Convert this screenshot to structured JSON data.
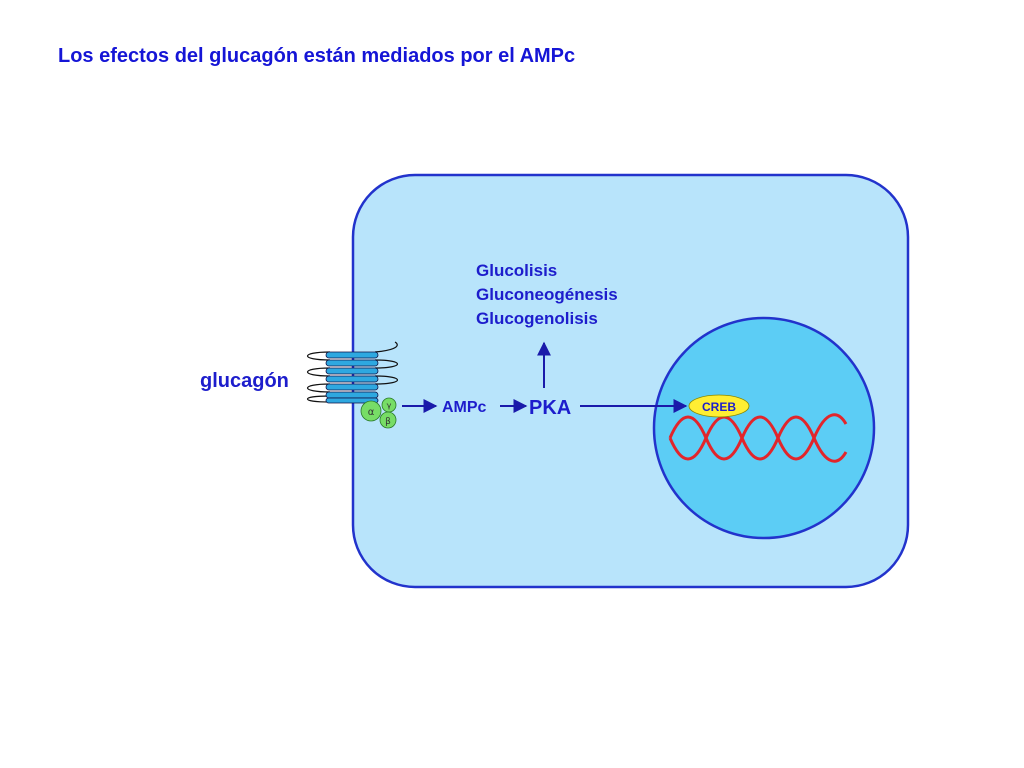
{
  "title": "Los efectos del glucagón están mediados por el AMPc",
  "labels": {
    "ligand": "glucagón",
    "second_messenger": "AMPc",
    "kinase": "PKA",
    "transcription_factor": "CREB",
    "effects": [
      "Glucolisis",
      "Gluconeogénesis",
      "Glucogenolisis"
    ],
    "g_alpha": "α",
    "g_beta": "β",
    "g_gamma": "γ"
  },
  "colors": {
    "title": "#1515d6",
    "text": "#1d1dcc",
    "cell_fill": "#b8e4fb",
    "cell_stroke": "#2233cc",
    "nucleus_fill": "#5ccdf5",
    "receptor": "#2ea8e0",
    "g_protein": "#77dd66",
    "creb": "#ffee33",
    "dna": "#e2252b",
    "arrow": "#1a1aaa"
  }
}
